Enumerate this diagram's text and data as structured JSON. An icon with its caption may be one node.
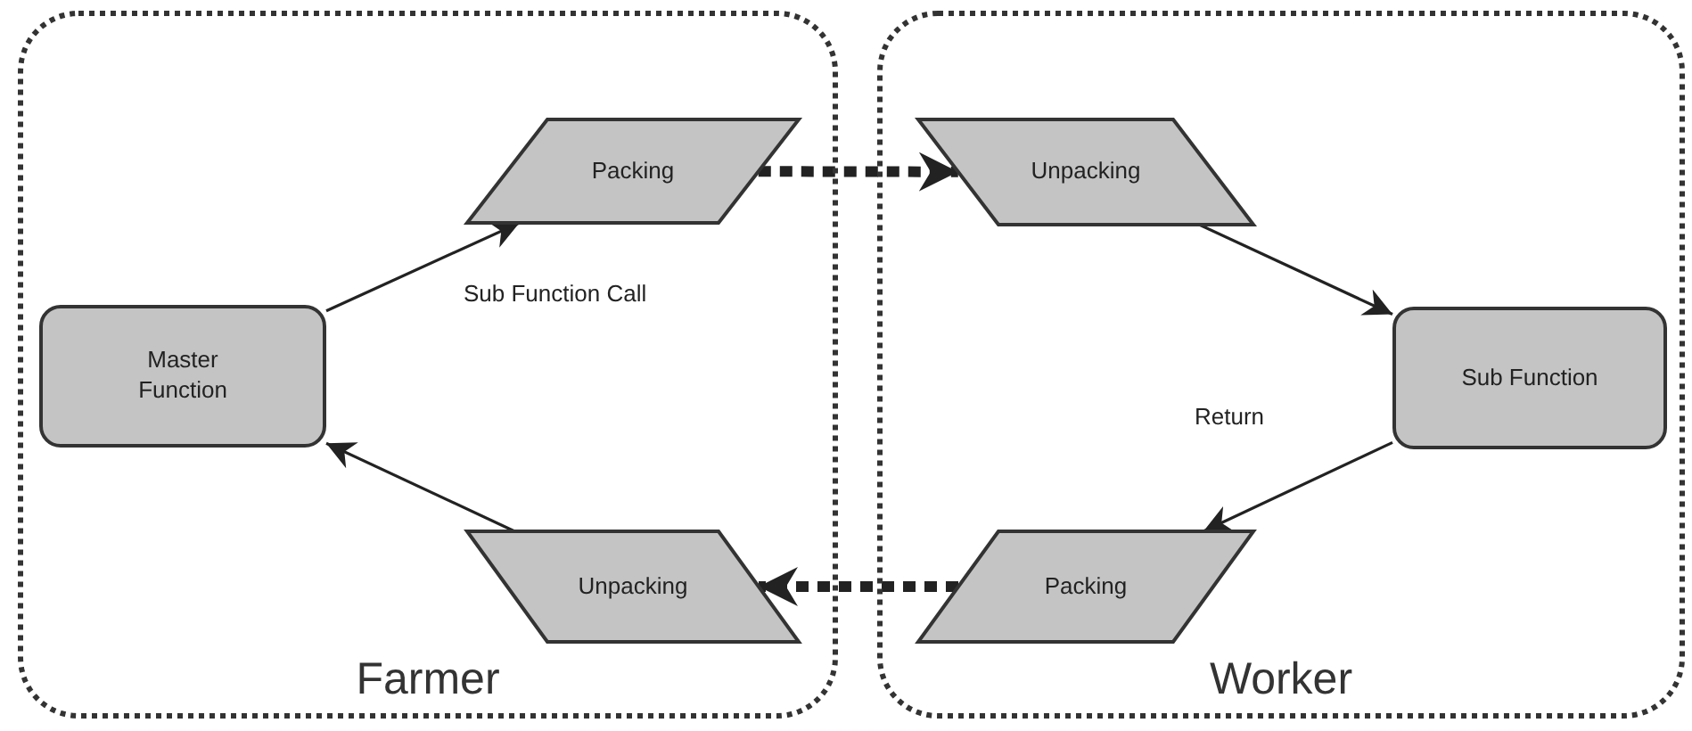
{
  "diagram": {
    "nodes": [
      {
        "text": [
          "Farmer"
        ]
      },
      {
        "text": [
          "Master Function"
        ],
        "in": 0
      },
      {
        "text": [
          "Packing"
        ],
        "in": 0
      },
      {
        "text": [
          "Unpacking"
        ],
        "in": 0
      },
      {
        "text": [
          "Worker"
        ]
      },
      {
        "text": [
          "Unpacking"
        ],
        "in": 4
      },
      {
        "text": [
          "Sub Function"
        ],
        "in": 4
      },
      {
        "text": [
          "Packing"
        ],
        "in": 4
      }
    ],
    "edges": [
      {
        "from": 1,
        "to": 2,
        "arrow": "to",
        "label": "Sub Function Call"
      },
      {
        "from": 2,
        "to": 5,
        "arrow": "to",
        "style": "dashed"
      },
      {
        "from": 5,
        "to": 6,
        "arrow": "to"
      },
      {
        "from": 6,
        "to": 7,
        "arrow": "to",
        "label": "Return"
      },
      {
        "from": 7,
        "to": 3,
        "arrow": "to",
        "style": "dashed"
      },
      {
        "from": 3,
        "to": 1,
        "arrow": "to"
      }
    ]
  }
}
